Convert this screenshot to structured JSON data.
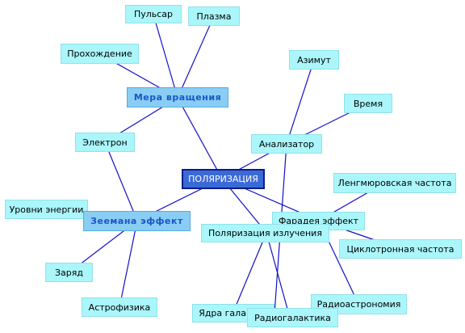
{
  "center": {
    "label": "ПОЛЯРИЗАЦИЯ"
  },
  "nodes": {
    "mera": "Мера вращения",
    "zeeman": "Зеемана эффект",
    "pulsar": "Пульсар",
    "plazma": "Плазма",
    "prohozhdenie": "Прохождение",
    "elektron": "Электрон",
    "urovni": "Уровни энергии",
    "zaryad": "Заряд",
    "astrofizika": "Астрофизика",
    "azimut": "Азимут",
    "vremya": "Время",
    "analizator": "Анализатор",
    "lengmyur": "Ленгмюровская частота",
    "faradey": "Фарадея эффект",
    "polyarizaciya_izl": "Поляризация излучения",
    "ciklotron": "Циклотронная частота",
    "radioastronomiya": "Радиоастрономия",
    "yadra": "Ядра галактик",
    "radiogalaktika": "Радиогалактика"
  },
  "colors": {
    "link": "#1010c8",
    "leaf_fill": "#aaf6fb",
    "mid_fill": "#89cdf5",
    "center_fill": "#3a6ad6"
  }
}
